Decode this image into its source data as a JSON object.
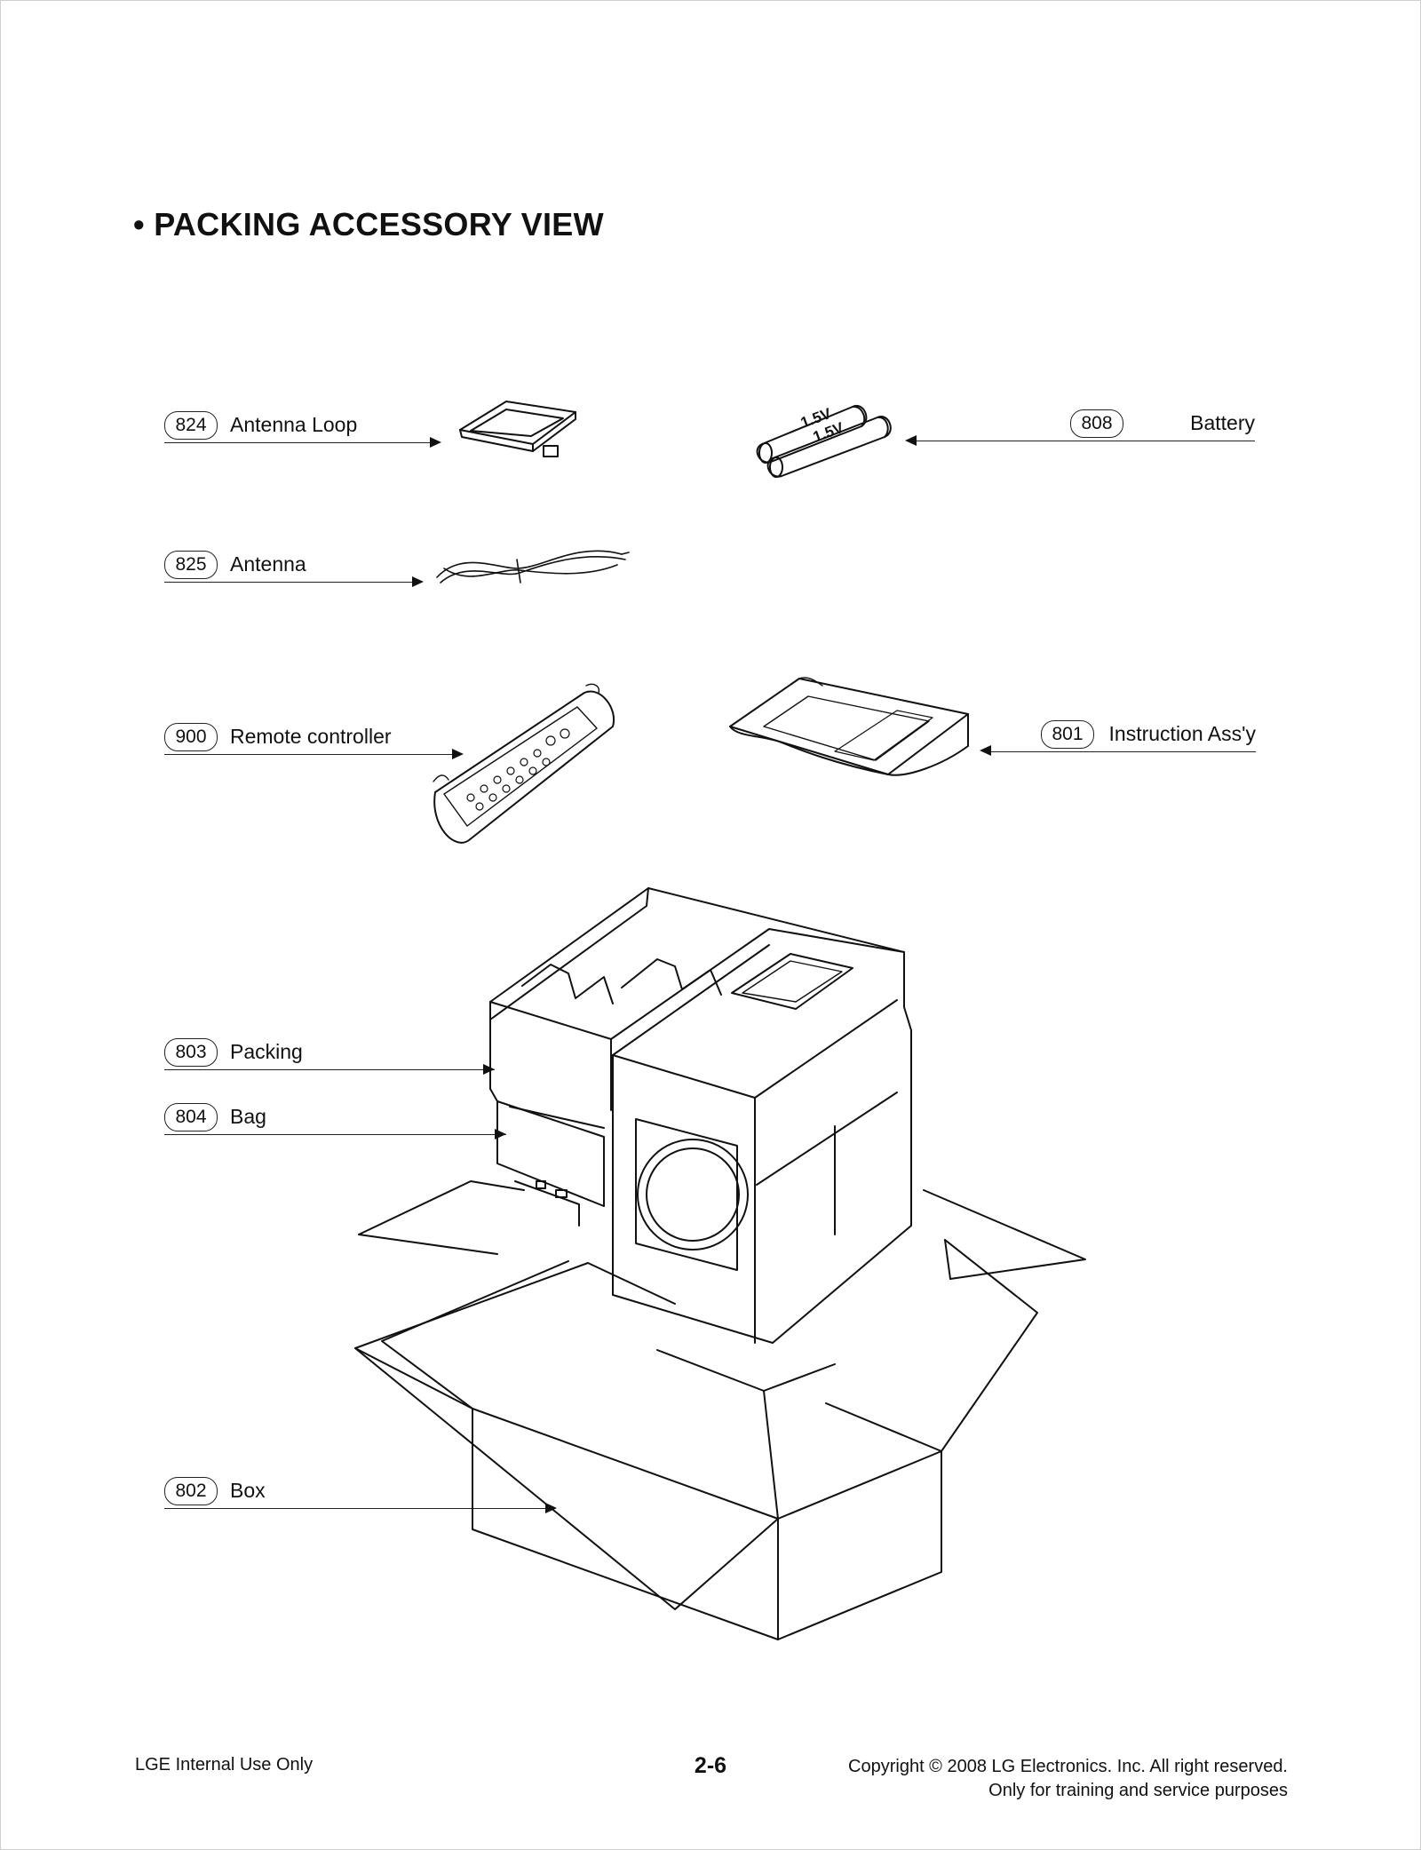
{
  "title": "• PACKING ACCESSORY VIEW",
  "parts": [
    {
      "num": "824",
      "name": "Antenna Loop"
    },
    {
      "num": "808",
      "name": "Battery"
    },
    {
      "num": "825",
      "name": "Antenna"
    },
    {
      "num": "900",
      "name": "Remote controller"
    },
    {
      "num": "801",
      "name": "Instruction Ass'y"
    },
    {
      "num": "803",
      "name": "Packing"
    },
    {
      "num": "804",
      "name": "Bag"
    },
    {
      "num": "802",
      "name": "Box"
    }
  ],
  "battery_label": "1.5V",
  "footer": {
    "left": "LGE Internal Use Only",
    "page": "2-6",
    "copyright": "Copyright © 2008 LG Electronics. Inc. All right reserved.",
    "purpose": "Only for training and service purposes"
  }
}
